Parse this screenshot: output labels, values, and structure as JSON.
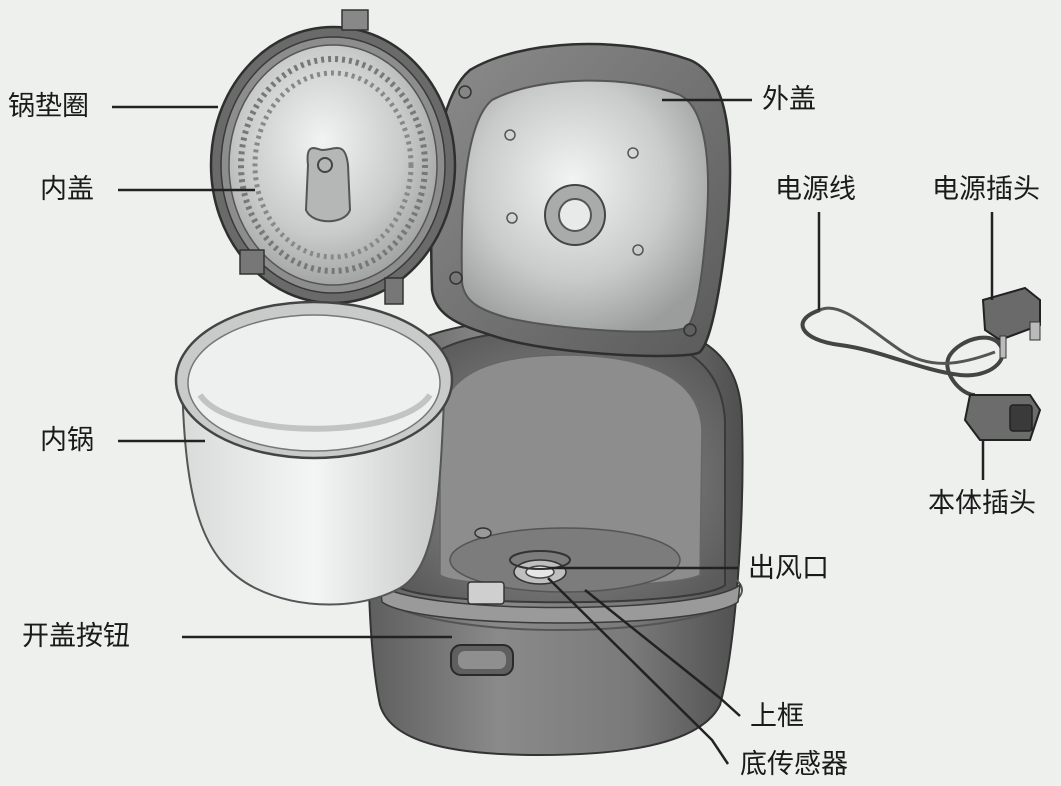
{
  "labels": {
    "gasket": "锅垫圈",
    "inner_lid": "内盖",
    "outer_lid": "外盖",
    "power_cord": "电源线",
    "power_plug": "电源插头",
    "inner_pot": "内锅",
    "body_plug": "本体插头",
    "steam_vent": "出风口",
    "open_button": "开盖按钮",
    "upper_frame": "上框",
    "bottom_sensor": "底传感器"
  },
  "colors": {
    "background": "#eef0ee",
    "body": "#7a7a7a",
    "metal": "#cfd1d1",
    "leader_line": "#222222"
  }
}
